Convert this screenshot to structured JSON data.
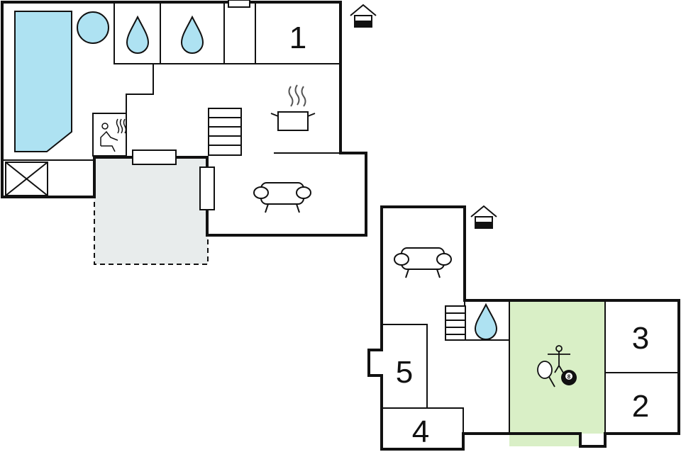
{
  "plan": {
    "colors": {
      "pool": "#aee2f2",
      "terrace": "#e8ecec",
      "game_room": "#d9efc6",
      "walls": "#111111",
      "background": "#ffffff"
    },
    "rooms": {
      "room_1": "1",
      "room_2": "2",
      "room_3": "3",
      "room_4": "4",
      "room_5": "5"
    },
    "icons": {
      "upper": [
        "entrance-icon",
        "pool",
        "whirlpool-icon",
        "shower-icon",
        "shower-icon",
        "sauna-icon",
        "kitchen-icon",
        "sofa-icon",
        "stairs-icon"
      ],
      "lower": [
        "entrance-icon",
        "sofa-icon",
        "stairs-icon",
        "shower-icon",
        "table-football-icon",
        "table-tennis-icon",
        "billiards-icon"
      ]
    },
    "billiard_ball": "8"
  }
}
